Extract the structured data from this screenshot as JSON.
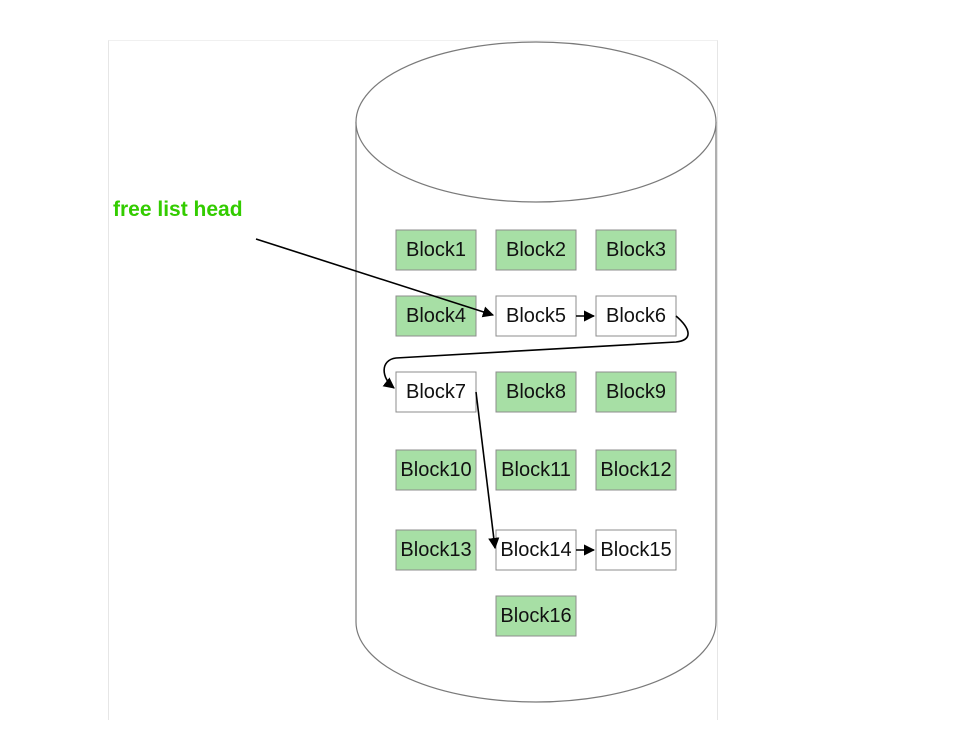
{
  "title": "free list head",
  "colors": {
    "used_fill": "#a7dfa5",
    "free_fill": "#ffffff",
    "block_border": "#8c8c8c",
    "title": "#33cc00",
    "cylinder": "#7a7a7a",
    "arrow": "#000000"
  },
  "blocks": [
    {
      "id": "b1",
      "label": "Block1",
      "free": false
    },
    {
      "id": "b2",
      "label": "Block2",
      "free": false
    },
    {
      "id": "b3",
      "label": "Block3",
      "free": false
    },
    {
      "id": "b4",
      "label": "Block4",
      "free": false
    },
    {
      "id": "b5",
      "label": "Block5",
      "free": true
    },
    {
      "id": "b6",
      "label": "Block6",
      "free": true
    },
    {
      "id": "b7",
      "label": "Block7",
      "free": true
    },
    {
      "id": "b8",
      "label": "Block8",
      "free": false
    },
    {
      "id": "b9",
      "label": "Block9",
      "free": false
    },
    {
      "id": "b10",
      "label": "Block10",
      "free": false
    },
    {
      "id": "b11",
      "label": "Block11",
      "free": false
    },
    {
      "id": "b12",
      "label": "Block12",
      "free": false
    },
    {
      "id": "b13",
      "label": "Block13",
      "free": false
    },
    {
      "id": "b14",
      "label": "Block14",
      "free": true
    },
    {
      "id": "b15",
      "label": "Block15",
      "free": true
    },
    {
      "id": "b16",
      "label": "Block16",
      "free": false
    }
  ],
  "free_list": [
    "b5",
    "b6",
    "b7",
    "b14",
    "b15"
  ]
}
